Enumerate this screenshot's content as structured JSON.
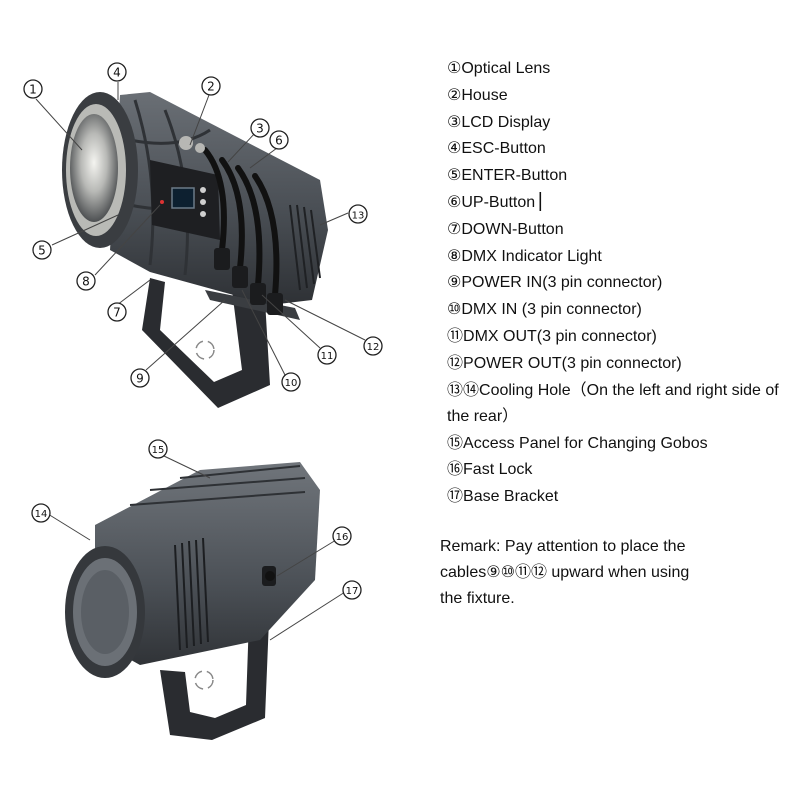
{
  "legend": [
    {
      "num": "①",
      "text": "Optical Lens"
    },
    {
      "num": "②",
      "text": "House"
    },
    {
      "num": "③",
      "text": "LCD Display"
    },
    {
      "num": "④",
      "text": "ESC-Button"
    },
    {
      "num": "⑤",
      "text": "ENTER-Button"
    },
    {
      "num": "⑥",
      "text": "UP-Button ▏"
    },
    {
      "num": "⑦",
      "text": "DOWN-Button"
    },
    {
      "num": "⑧",
      "text": "DMX Indicator Light"
    },
    {
      "num": "⑨",
      "text": "POWER IN(3 pin connector)"
    },
    {
      "num": "⑩",
      "text": "DMX IN (3 pin connector)"
    },
    {
      "num": "⑪",
      "text": "DMX OUT(3 pin connector)"
    },
    {
      "num": "⑫",
      "text": "POWER OUT(3 pin connector)"
    },
    {
      "num": "⑬⑭",
      "text": "Cooling Hole（On the left and right side of the rear）"
    },
    {
      "num": "⑮",
      "text": "Access Panel for Changing Gobos"
    },
    {
      "num": "⑯",
      "text": "Fast Lock"
    },
    {
      "num": "⑰",
      "text": "Base Bracket"
    }
  ],
  "remark": {
    "line1": "Remark: Pay attention to place the",
    "line2": "cables⑨⑩⑪⑫ upward when using",
    "line3": "the fixture."
  },
  "markers": [
    "1",
    "2",
    "3",
    "4",
    "5",
    "6",
    "7",
    "8",
    "9",
    "10",
    "11",
    "12",
    "13",
    "14",
    "15",
    "16",
    "17"
  ],
  "colors": {
    "housing": "#4a4f55",
    "housing_dark": "#2b2e32",
    "bracket": "#2a2c30",
    "text": "#111111"
  }
}
